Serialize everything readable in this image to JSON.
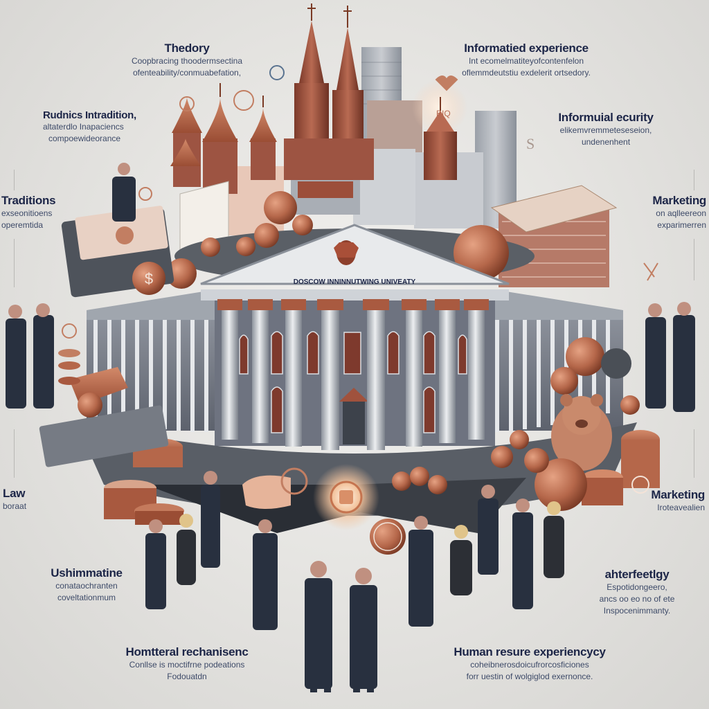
{
  "illustration": {
    "subject": "University business infographic collage",
    "building_sign": "DOSCOW INNINNUTWING UNIVEATY",
    "center_emblem_icon": "glowing-copper-emblem",
    "colors": {
      "background": "#e4e3e0",
      "text_primary": "#1c2547",
      "text_secondary": "#3d4a68",
      "copper_accent": "#b5674a",
      "suit_navy": "#28303f",
      "building_gray": "#9aa0a8"
    }
  },
  "labels": {
    "top_left": {
      "title": "Thedory",
      "desc": [
        "Coopbracing thoodermsectina",
        "ofenteability/conmuabefation,"
      ]
    },
    "top_right": {
      "title": "Informatied experience",
      "desc": [
        "Int ecomelmatiteyofcontenfelon",
        "oflemmdeutstiu exdelerit ortsedory."
      ]
    },
    "upper_left": {
      "title": "Rudnics Intradition,",
      "desc": [
        "altaterdlo Inapaciencs",
        "compoewideorance"
      ]
    },
    "upper_right": {
      "title": "Informuial ecurity",
      "desc": [
        "elikemvremmeteseseion,",
        "undenenhent"
      ]
    },
    "mid_left": {
      "title": "Traditions",
      "desc": [
        "exseonitioens",
        "operemtida"
      ]
    },
    "mid_right": {
      "title": "Marketing",
      "desc": [
        "on aqlleereon",
        "exparimerren"
      ]
    },
    "low_left": {
      "title": "Law",
      "desc": [
        "boraat"
      ]
    },
    "low_right": {
      "title": "Marketing",
      "desc": [
        "Iroteavealien"
      ]
    },
    "lower_left": {
      "title": "Ushimmatine",
      "desc": [
        "conataochranten",
        "coveltationmum"
      ]
    },
    "lower_right": {
      "title": "ahterfeetlgy",
      "desc": [
        "Espotidongeero,",
        "ancs oo eo no of ete",
        "Inspocenimmanty."
      ]
    },
    "bottom_left": {
      "title": "Homtteral rechanisenc",
      "desc": [
        "Conllse is moctifrne podeations",
        "Fodouatdn"
      ]
    },
    "bottom_right": {
      "title": "Human resure experiencycy",
      "desc": [
        "coheibnerosdoicufrorcosficiones",
        "forr uestin of wolgiglod exernonce."
      ]
    }
  }
}
